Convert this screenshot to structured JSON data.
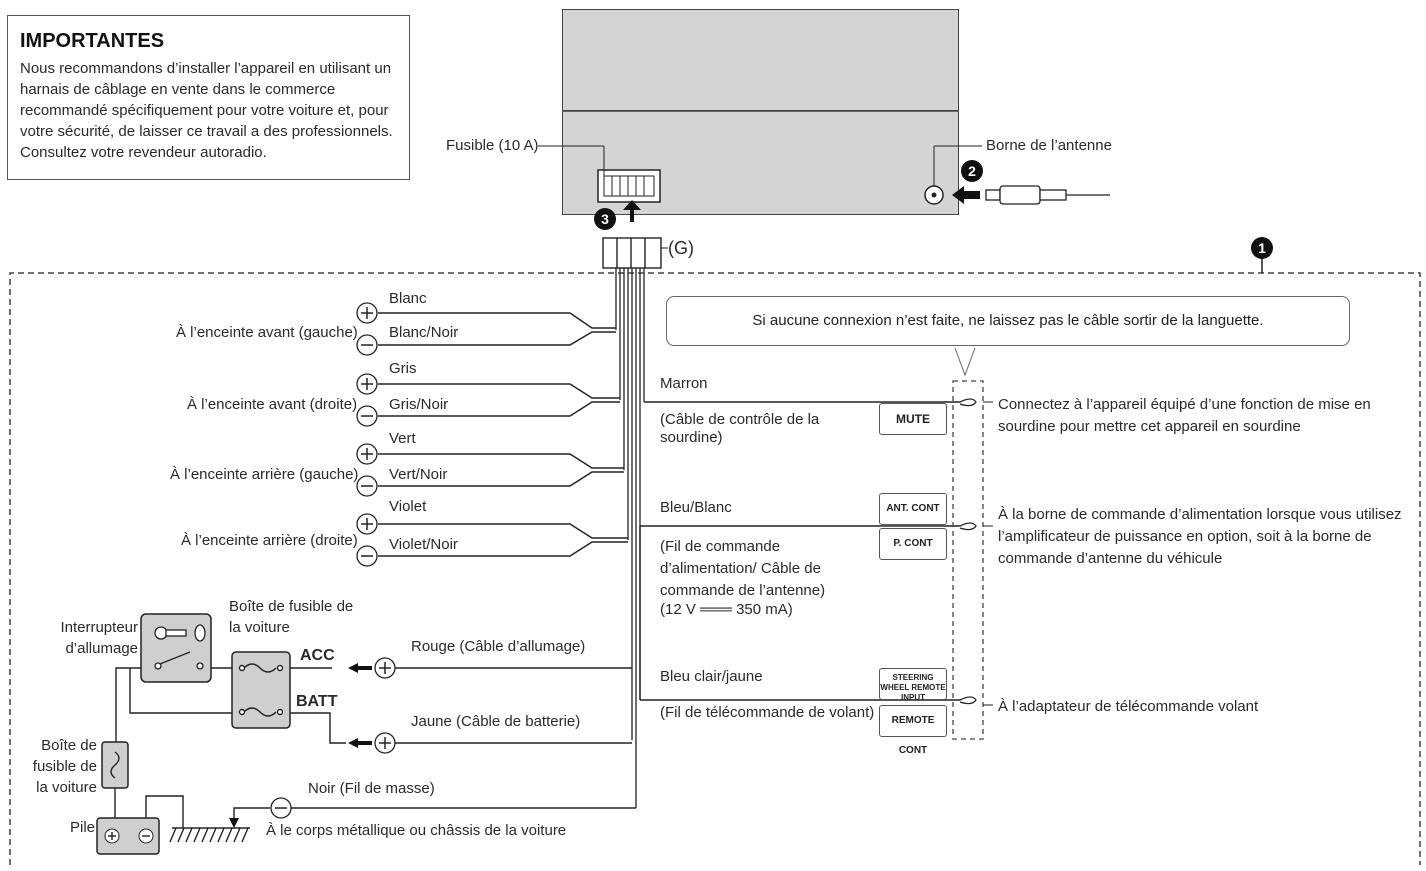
{
  "note": {
    "title": "IMPORTANTES",
    "body": "Nous recommandons d’installer l’appareil en utilisant un harnais de câblage en vente dans le commerce recommandé spécifiquement pour votre voiture et, pour votre sécurité, de laisser ce travail a des professionnels. Consultez votre revendeur autoradio."
  },
  "unit": {
    "fuse_label": "Fusible (10 A)",
    "antenna_label": "Borne de l’antenne",
    "ground_connector": "(G)"
  },
  "markers": {
    "m1": "1",
    "m2": "2",
    "m3": "3"
  },
  "speakers": [
    {
      "label": "À l’enceinte avant (gauche)",
      "plus": "Blanc",
      "minus": "Blanc/Noir"
    },
    {
      "label": "À l’enceinte avant (droite)",
      "plus": "Gris",
      "minus": "Gris/Noir"
    },
    {
      "label": "À l’enceinte arrière (gauche)",
      "plus": "Vert",
      "minus": "Vert/Noir"
    },
    {
      "label": "À l’enceinte arrière (droite)",
      "plus": "Violet",
      "minus": "Violet/Noir"
    }
  ],
  "callout": "Si aucune connexion n’est faite, ne laissez pas le câble sortir de la languette.",
  "wires": {
    "mute": {
      "color": "Marron",
      "desc": "(Câble de contrôle de la sourdine)",
      "tag": "MUTE",
      "target": "Connectez à l’appareil équipé d’une fonction de mise en sourdine pour mettre cet appareil en sourdine"
    },
    "power": {
      "color": "Bleu/Blanc",
      "desc": "(Fil de commande d’alimentation/ Câble de commande de l’antenne)",
      "spec": "(12 V ═══ 350 mA)",
      "tag1": "ANT. CONT",
      "tag2": "P. CONT",
      "target": "À la borne de commande d’alimentation lorsque vous utilisez l’amplificateur de puissance en option, soit à la borne de commande d’antenne du véhicule"
    },
    "steering": {
      "color": "Bleu clair/jaune",
      "desc": "(Fil de télécommande de volant)",
      "tag1": "STEERING WHEEL REMOTE INPUT",
      "tag2": "REMOTE CONT",
      "target": "À l’adaptateur de télécommande volant"
    }
  },
  "power": {
    "fusebox_label": "Boîte de fusible de la voiture",
    "ignition_label": "Interrupteur d’allumage",
    "acc": "ACC",
    "batt": "BATT",
    "red": "Rouge (Câble d’allumage)",
    "yellow": "Jaune (Câble de batterie)",
    "fuse2_label": "Boîte de fusible de la voiture",
    "battery_label": "Pile",
    "ground": "Noir (Fil de masse)",
    "ground_target": "À le corps métallique ou châssis de la voiture"
  }
}
